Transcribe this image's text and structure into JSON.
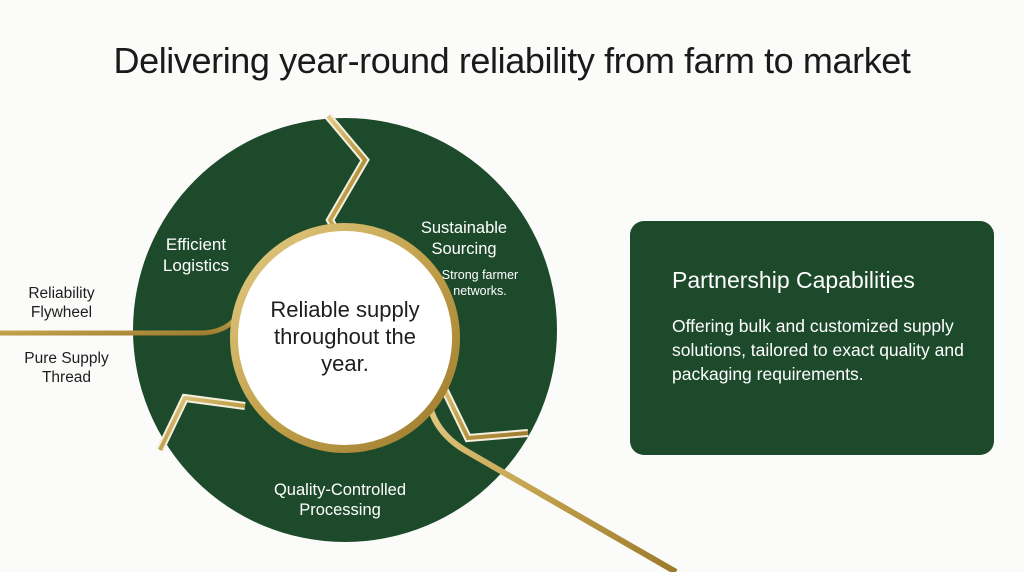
{
  "title": "Delivering year-round reliability from farm to market",
  "colors": {
    "green": "#1e4a2c",
    "gold": "#c2a14c",
    "background": "#fbfbfa"
  },
  "cycle": {
    "segments": [
      {
        "label": "Efficient Logistics"
      },
      {
        "label": "Sustainable Sourcing",
        "detail": "Strong farmer networks."
      },
      {
        "label": "Quality-Controlled Processing"
      }
    ],
    "center": "Reliable supply throughout the year."
  },
  "side_labels": {
    "flywheel": "Reliability Flywheel",
    "thread": "Pure Supply Thread"
  },
  "panel": {
    "heading": "Partnership Capabilities",
    "body": "Offering bulk and customized supply solutions, tailored to exact quality and packaging requirements."
  }
}
